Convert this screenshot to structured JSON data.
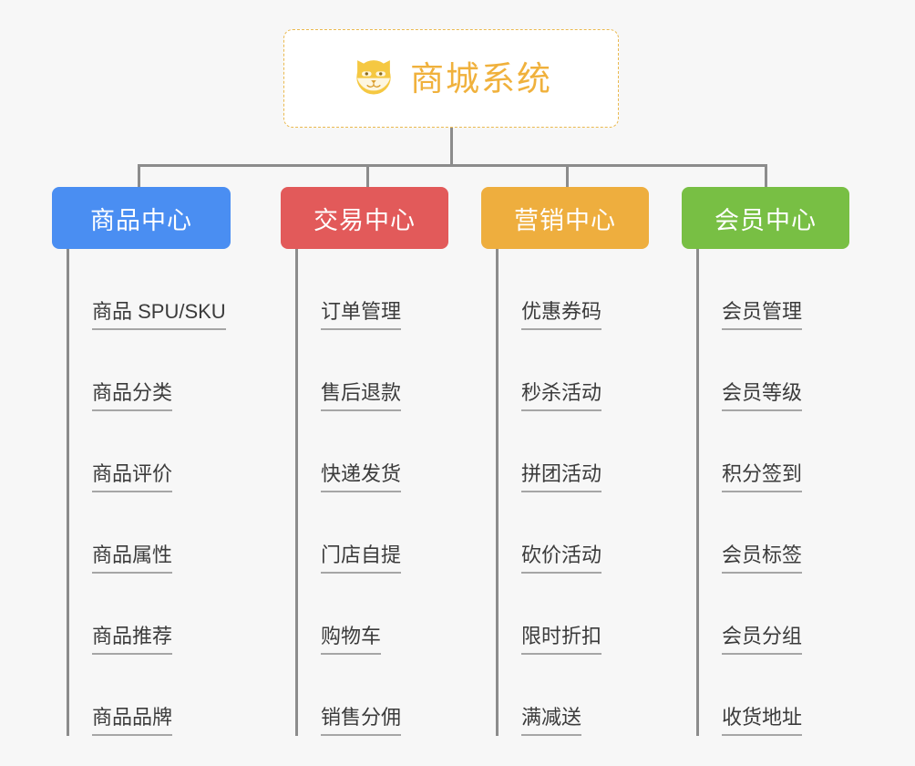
{
  "page": {
    "background_color": "#f7f7f7",
    "type": "org-chart-mindmap"
  },
  "root": {
    "title": "商城系统",
    "icon": "shiba-dog-icon",
    "text_color": "#f0b13c",
    "border_color": "#eab94f",
    "background_color": "#ffffff"
  },
  "connector_color": "#8c8c8c",
  "columns": [
    {
      "id": "product-center",
      "title": "商品中心",
      "color": "#4a8ef2",
      "items": [
        "商品 SPU/SKU",
        "商品分类",
        "商品评价",
        "商品属性",
        "商品推荐",
        "商品品牌"
      ]
    },
    {
      "id": "trade-center",
      "title": "交易中心",
      "color": "#e25a5a",
      "items": [
        "订单管理",
        "售后退款",
        "快递发货",
        "门店自提",
        "购物车",
        "销售分佣"
      ]
    },
    {
      "id": "marketing-center",
      "title": "营销中心",
      "color": "#eeae3e",
      "items": [
        "优惠券码",
        "秒杀活动",
        "拼团活动",
        "砍价活动",
        "限时折扣",
        "满减送"
      ]
    },
    {
      "id": "member-center",
      "title": "会员中心",
      "color": "#78bf44",
      "items": [
        "会员管理",
        "会员等级",
        "积分签到",
        "会员标签",
        "会员分组",
        "收货地址"
      ]
    }
  ]
}
